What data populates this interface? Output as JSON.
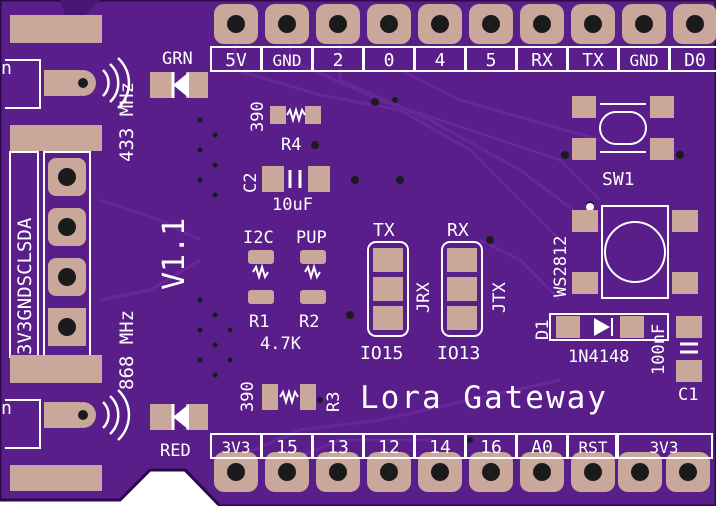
{
  "board": {
    "title": "Lora Gateway",
    "version": "V1.1",
    "colors": {
      "pcb": "#5a1e8a",
      "pad": "#c9a79b",
      "silk": "#ffffff",
      "hole": "#1b1b1b"
    }
  },
  "header_top": {
    "labels": [
      "5V",
      "GND",
      "2",
      "0",
      "4",
      "5",
      "RX",
      "TX",
      "GND",
      "D0"
    ]
  },
  "header_bottom": {
    "labels": [
      "3V3",
      "15",
      "13",
      "12",
      "14",
      "16",
      "A0",
      "RST",
      "3V3"
    ]
  },
  "header_left": {
    "label": "3V3GNDSCLSDA"
  },
  "antenna_top": {
    "connector": "uFL",
    "frequency": "433",
    "unit": "MHz"
  },
  "antenna_bottom": {
    "connector": "uFL",
    "frequency": "868",
    "unit": "MHz"
  },
  "leds": {
    "top": "GRN",
    "bottom": "RED"
  },
  "resistors": {
    "r4": {
      "ref": "R4",
      "value": "390"
    },
    "r3": {
      "ref": "R3",
      "value": "390"
    },
    "r1": {
      "ref": "R1",
      "label": "I2C"
    },
    "r2": {
      "ref": "R2",
      "label": "PUP"
    },
    "pair_value": "4.7K"
  },
  "capacitors": {
    "c2": {
      "ref": "C2",
      "value": "10uF"
    },
    "c1": {
      "ref": "C1",
      "value": "100nF"
    }
  },
  "jumpers": {
    "tx": {
      "top": "TX",
      "name": "JRX",
      "pin": "IO15"
    },
    "rx": {
      "top": "RX",
      "name": "JTX",
      "pin": "IO13"
    }
  },
  "switch": {
    "ref": "SW1"
  },
  "led_rgb": {
    "ref": "WS2812"
  },
  "diode": {
    "ref": "D1",
    "part": "1N4148"
  }
}
